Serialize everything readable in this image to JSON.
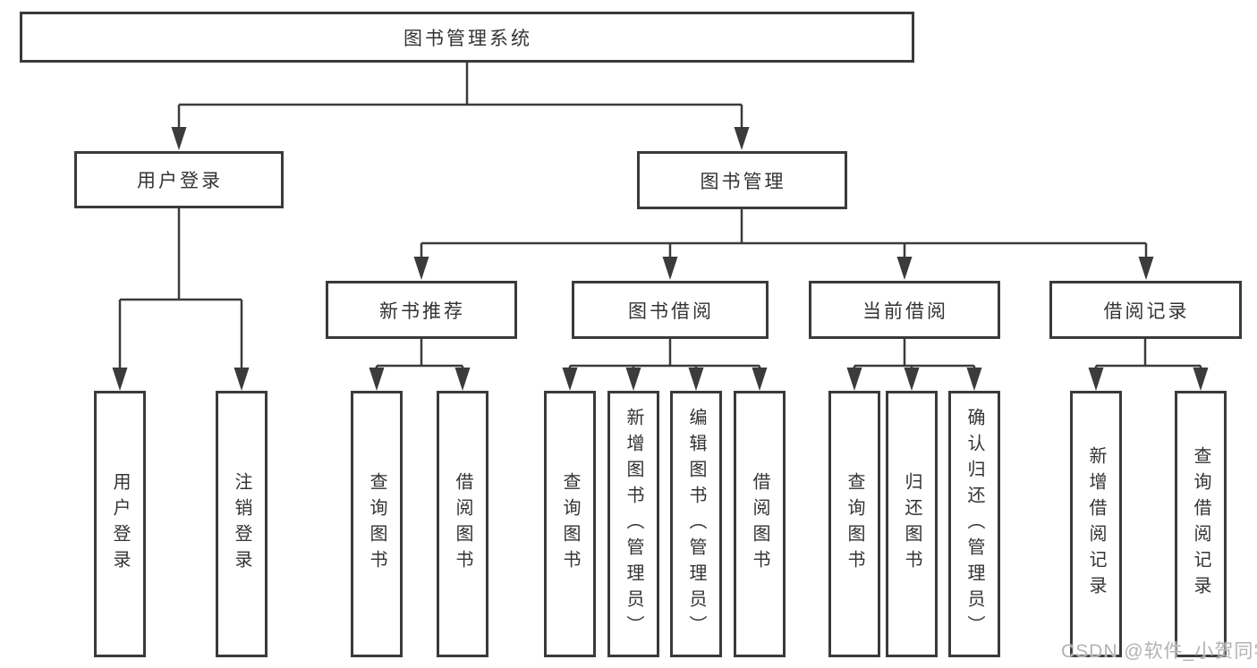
{
  "diagram": {
    "root": {
      "label": "图书管理系统"
    },
    "level2": [
      {
        "label": "用户登录",
        "parent": "图书管理系统"
      },
      {
        "label": "图书管理",
        "parent": "图书管理系统"
      }
    ],
    "level3": [
      {
        "label": "新书推荐",
        "parent": "图书管理"
      },
      {
        "label": "图书借阅",
        "parent": "图书管理"
      },
      {
        "label": "当前借阅",
        "parent": "图书管理"
      },
      {
        "label": "借阅记录",
        "parent": "图书管理"
      }
    ],
    "leaves": [
      {
        "label": "用户登录",
        "parent": "用户登录"
      },
      {
        "label": "注销登录",
        "parent": "用户登录"
      },
      {
        "label": "查询图书",
        "parent": "新书推荐"
      },
      {
        "label": "借阅图书",
        "parent": "新书推荐"
      },
      {
        "label": "查询图书",
        "parent": "图书借阅"
      },
      {
        "label": "新增图书（管理员）",
        "parent": "图书借阅"
      },
      {
        "label": "编辑图书（管理员）",
        "parent": "图书借阅"
      },
      {
        "label": "借阅图书",
        "parent": "图书借阅"
      },
      {
        "label": "查询图书",
        "parent": "当前借阅"
      },
      {
        "label": "归还图书",
        "parent": "当前借阅"
      },
      {
        "label": "确认归还（管理员）",
        "parent": "当前借阅"
      },
      {
        "label": "新增借阅记录",
        "parent": "借阅记录"
      },
      {
        "label": "查询借阅记录",
        "parent": "借阅记录"
      }
    ]
  },
  "watermark": {
    "text": "CSDN @软件_小贺同学"
  },
  "colors": {
    "line": "#3b3b3b",
    "text": "#333333",
    "node_background": "#ffffff",
    "watermark": "#b3b3b3",
    "background": "#ffffff"
  }
}
